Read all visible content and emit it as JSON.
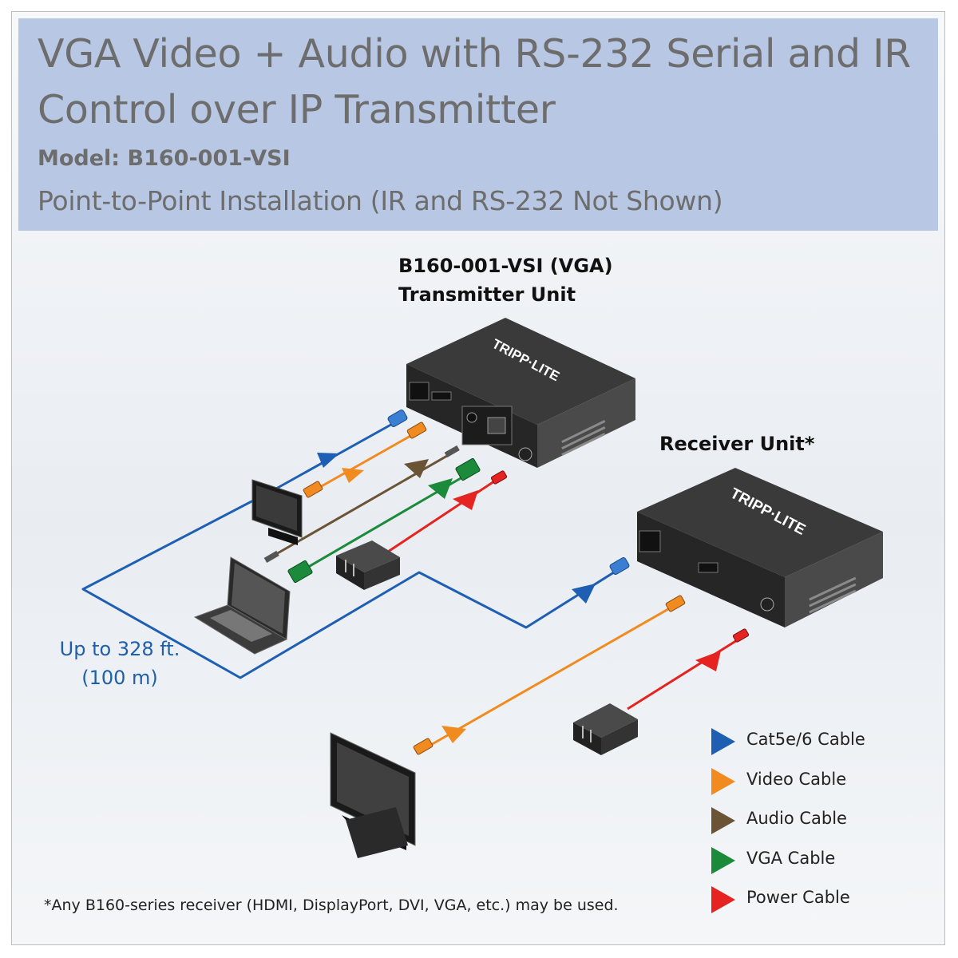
{
  "header": {
    "title": "VGA Video + Audio with RS-232 Serial and IR Control over IP Transmitter",
    "model": "Model: B160-001-VSI",
    "subtitle": "Point-to-Point Installation (IR and RS-232 Not Shown)"
  },
  "transmitter": {
    "label_line1": "B160-001-VSI (VGA)",
    "label_line2": "Transmitter Unit",
    "brand": "TRIPP·LITE"
  },
  "receiver": {
    "label": "Receiver Unit*",
    "brand": "TRIPP·LITE"
  },
  "distance": {
    "line1": "Up to 328 ft.",
    "line2": "(100 m)"
  },
  "legend": [
    {
      "label": "Cat5e/6 Cable",
      "color": "#1e5fb4"
    },
    {
      "label": "Video Cable",
      "color": "#f18a1f"
    },
    {
      "label": "Audio Cable",
      "color": "#6b5436"
    },
    {
      "label": "VGA Cable",
      "color": "#1b8a3a"
    },
    {
      "label": "Power Cable",
      "color": "#e52421"
    }
  ],
  "footnote": "*Any B160-series receiver (HDMI, DisplayPort, DVI, VGA, etc.) may be used.",
  "colors": {
    "cat5": "#1e5fb4",
    "video": "#f18a1f",
    "audio": "#6b5436",
    "vga": "#1b8a3a",
    "power": "#e52421",
    "header_bg": "#b8c7e3",
    "title_text": "#6d6d6d"
  }
}
